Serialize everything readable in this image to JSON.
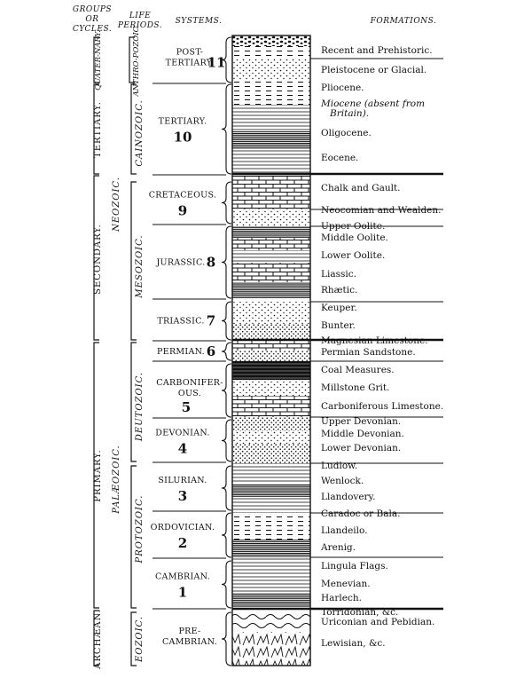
{
  "headers": {
    "groups": [
      "GROUPS",
      "OR",
      "CYCLES."
    ],
    "life": [
      "LIFE",
      "PERIODS."
    ],
    "systems": "SYSTEMS.",
    "formations": "FORMATIONS."
  },
  "groups": [
    {
      "id": "quaternary",
      "label": "QUATER-NARY."
    },
    {
      "id": "tertiary",
      "label": "TERTIARY."
    },
    {
      "id": "secondary",
      "label": "SECONDARY."
    },
    {
      "id": "primary",
      "label": "PRIMARY."
    },
    {
      "id": "archaean",
      "label": "ARCHÆAN."
    }
  ],
  "eras": [
    {
      "id": "neozoic",
      "label": "NEOZOIC."
    },
    {
      "id": "palaeozoic",
      "label": "PALÆOZOIC."
    }
  ],
  "periods": [
    {
      "id": "anthropozoic",
      "label": "ANTHRO-POZOIC."
    },
    {
      "id": "cainozoic",
      "label": "CAINOZOIC."
    },
    {
      "id": "mesozoic",
      "label": "MESOZOIC."
    },
    {
      "id": "deutozoic",
      "label": "DEUTOZOIC."
    },
    {
      "id": "protozoic",
      "label": "PROTOZOIC."
    },
    {
      "id": "eozoic",
      "label": "EOZOIC."
    }
  ],
  "systems": [
    {
      "id": "post-tertiary",
      "lines": [
        "POST-",
        "TERTIARY."
      ],
      "num": "11"
    },
    {
      "id": "tertiary",
      "lines": [
        "TERTIARY."
      ],
      "num": "10"
    },
    {
      "id": "cretaceous",
      "lines": [
        "CRETACEOUS."
      ],
      "num": "9"
    },
    {
      "id": "jurassic",
      "lines": [
        "JURASSIC."
      ],
      "num": "8"
    },
    {
      "id": "triassic",
      "lines": [
        "TRIASSIC."
      ],
      "num": "7"
    },
    {
      "id": "permian",
      "lines": [
        "PERMIAN."
      ],
      "num": "6"
    },
    {
      "id": "carboniferous",
      "lines": [
        "CARBONIFER-",
        "OUS."
      ],
      "num": "5"
    },
    {
      "id": "devonian",
      "lines": [
        "DEVONIAN."
      ],
      "num": "4"
    },
    {
      "id": "silurian",
      "lines": [
        "SILURIAN."
      ],
      "num": "3"
    },
    {
      "id": "ordovician",
      "lines": [
        "ORDOVICIAN."
      ],
      "num": "2"
    },
    {
      "id": "cambrian",
      "lines": [
        "CAMBRIAN."
      ],
      "num": "1"
    },
    {
      "id": "pre-cambrian",
      "lines": [
        "PRE-",
        "CAMBRIAN."
      ],
      "num": ""
    }
  ],
  "formations": [
    "Recent and Prehistoric.",
    "Pleistocene or Glacial.",
    "Pliocene.",
    "Miocene (absent from",
    "Britain).",
    "Oligocene.",
    "Eocene.",
    "Chalk and Gault.",
    "Neocomian and Wealden.",
    "Upper Oolite.",
    "Middle Oolite.",
    "Lower Oolite.",
    "Liassic.",
    "Rhætic.",
    "Keuper.",
    "Bunter.",
    "Magnesian Limestone.",
    "Permian Sandstone.",
    "Coal Measures.",
    "Millstone Grit.",
    "Carboniferous Limestone.",
    "Upper Devonian.",
    "Middle Devonian.",
    "Lower Devonian.",
    "Ludlow.",
    "Wenlock.",
    "Llandovery.",
    "Caradoc or Bala.",
    "Llandeilo.",
    "Arenig.",
    "Lingula Flags.",
    "Menevian.",
    "Harlech.",
    "Torridonian, &c.",
    "Uriconian and Pebidian.",
    "Lewisian, &c."
  ]
}
